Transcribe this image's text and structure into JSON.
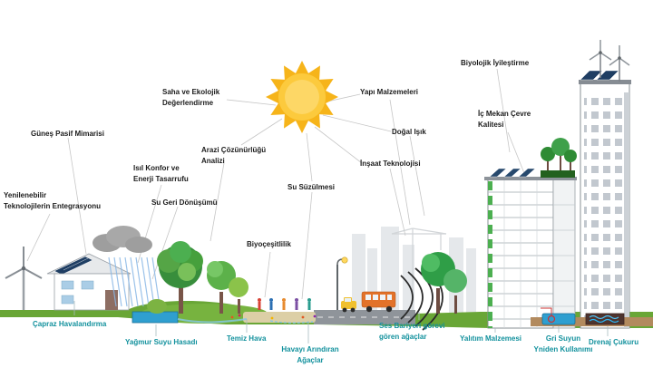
{
  "labels": {
    "gunes_pasif_mimarisi": "Güneş Pasif Mimarisi",
    "saha_ve_ekolojik": "Saha ve Ekolojik\nDeğerlendirme",
    "yapi_malzemeleri": "Yapı Malzemeleri",
    "biyolojik_iyilestirme": "Biyolojik İyileştirme",
    "ic_mekan_cevre": "İç Mekan Çevre\nKalitesi",
    "dogal_isik": "Doğal Işık",
    "insaat_teknolojisi": "İnşaat Teknolojisi",
    "arazi_cozunurlugu": "Arazi Çözünürlüğü\nAnalizi",
    "isil_konfor": "Isıl Konfor ve\nEnerji Tasarrufu",
    "su_geri_donusumu": "Su Geri Dönüşümü",
    "su_suzulmesi": "Su Süzülmesi",
    "yenilenebilir": "Yenilenebilir\nTeknolojilerin Entegrasyonu",
    "biyocesitlilik": "Biyoçeşitlilik"
  },
  "bottom": {
    "capraz_havalandirma": "Çapraz Havalandırma",
    "yagmur_suyu_hasadi": "Yağmur Suyu Hasadı",
    "temiz_hava": "Temiz Hava",
    "havayi_arindiran": "Havayı Arındıran\nAğaçlar",
    "ses_bariyeri": "Ses Bariyeri görevi\ngören ağaçlar",
    "yalitim_malzemesi": "Yalıtım Malzemesi",
    "gri_suyun": "Gri Suyun\nYniden Kullanımı",
    "drenaj_cukuru": "Drenaj Çukuru"
  },
  "colors": {
    "label_text": "#1b1b1b",
    "bottom_label_text": "#12919d",
    "sun_body": "#FCCA3D",
    "sun_rays": "#F6B41A",
    "solar_panel": "#1f3e63",
    "ground_green": "#69a636",
    "water_blue": "#2f9fd0"
  }
}
